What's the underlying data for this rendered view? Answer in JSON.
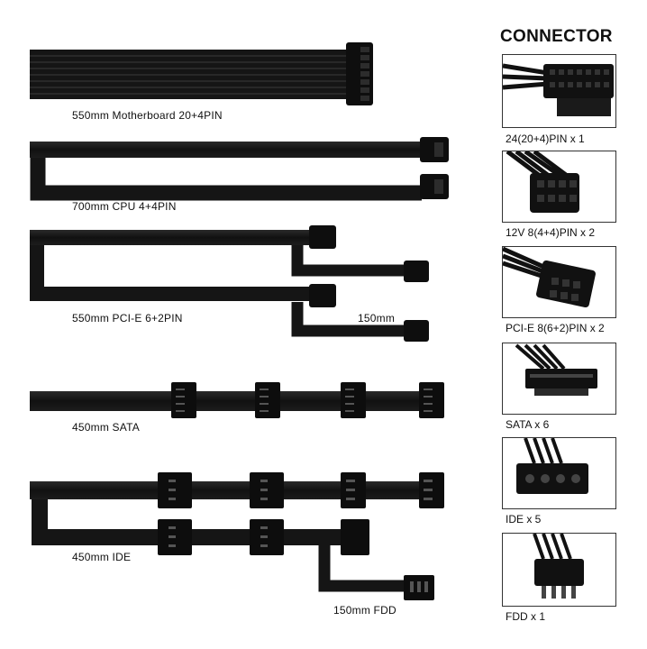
{
  "header": {
    "title": "CONNECTOR"
  },
  "cables": [
    {
      "label": "550mm  Motherboard 20+4PIN"
    },
    {
      "label": "700mm  CPU 4+4PIN"
    },
    {
      "label": "550mm  PCI-E 6+2PIN",
      "extra": "150mm"
    },
    {
      "label": "450mm  SATA"
    },
    {
      "label": "450mm IDE",
      "extra": "150mm FDD"
    }
  ],
  "connectors": [
    {
      "label": "24(20+4)PIN x 1",
      "icon": "atx-24pin-icon"
    },
    {
      "label": "12V 8(4+4)PIN x 2",
      "icon": "eps-8pin-icon"
    },
    {
      "label": "PCI-E 8(6+2)PIN x 2",
      "icon": "pcie-8pin-icon"
    },
    {
      "label": "SATA x 6",
      "icon": "sata-icon"
    },
    {
      "label": "IDE x 5",
      "icon": "molex-icon"
    },
    {
      "label": "FDD x 1",
      "icon": "fdd-icon"
    }
  ]
}
